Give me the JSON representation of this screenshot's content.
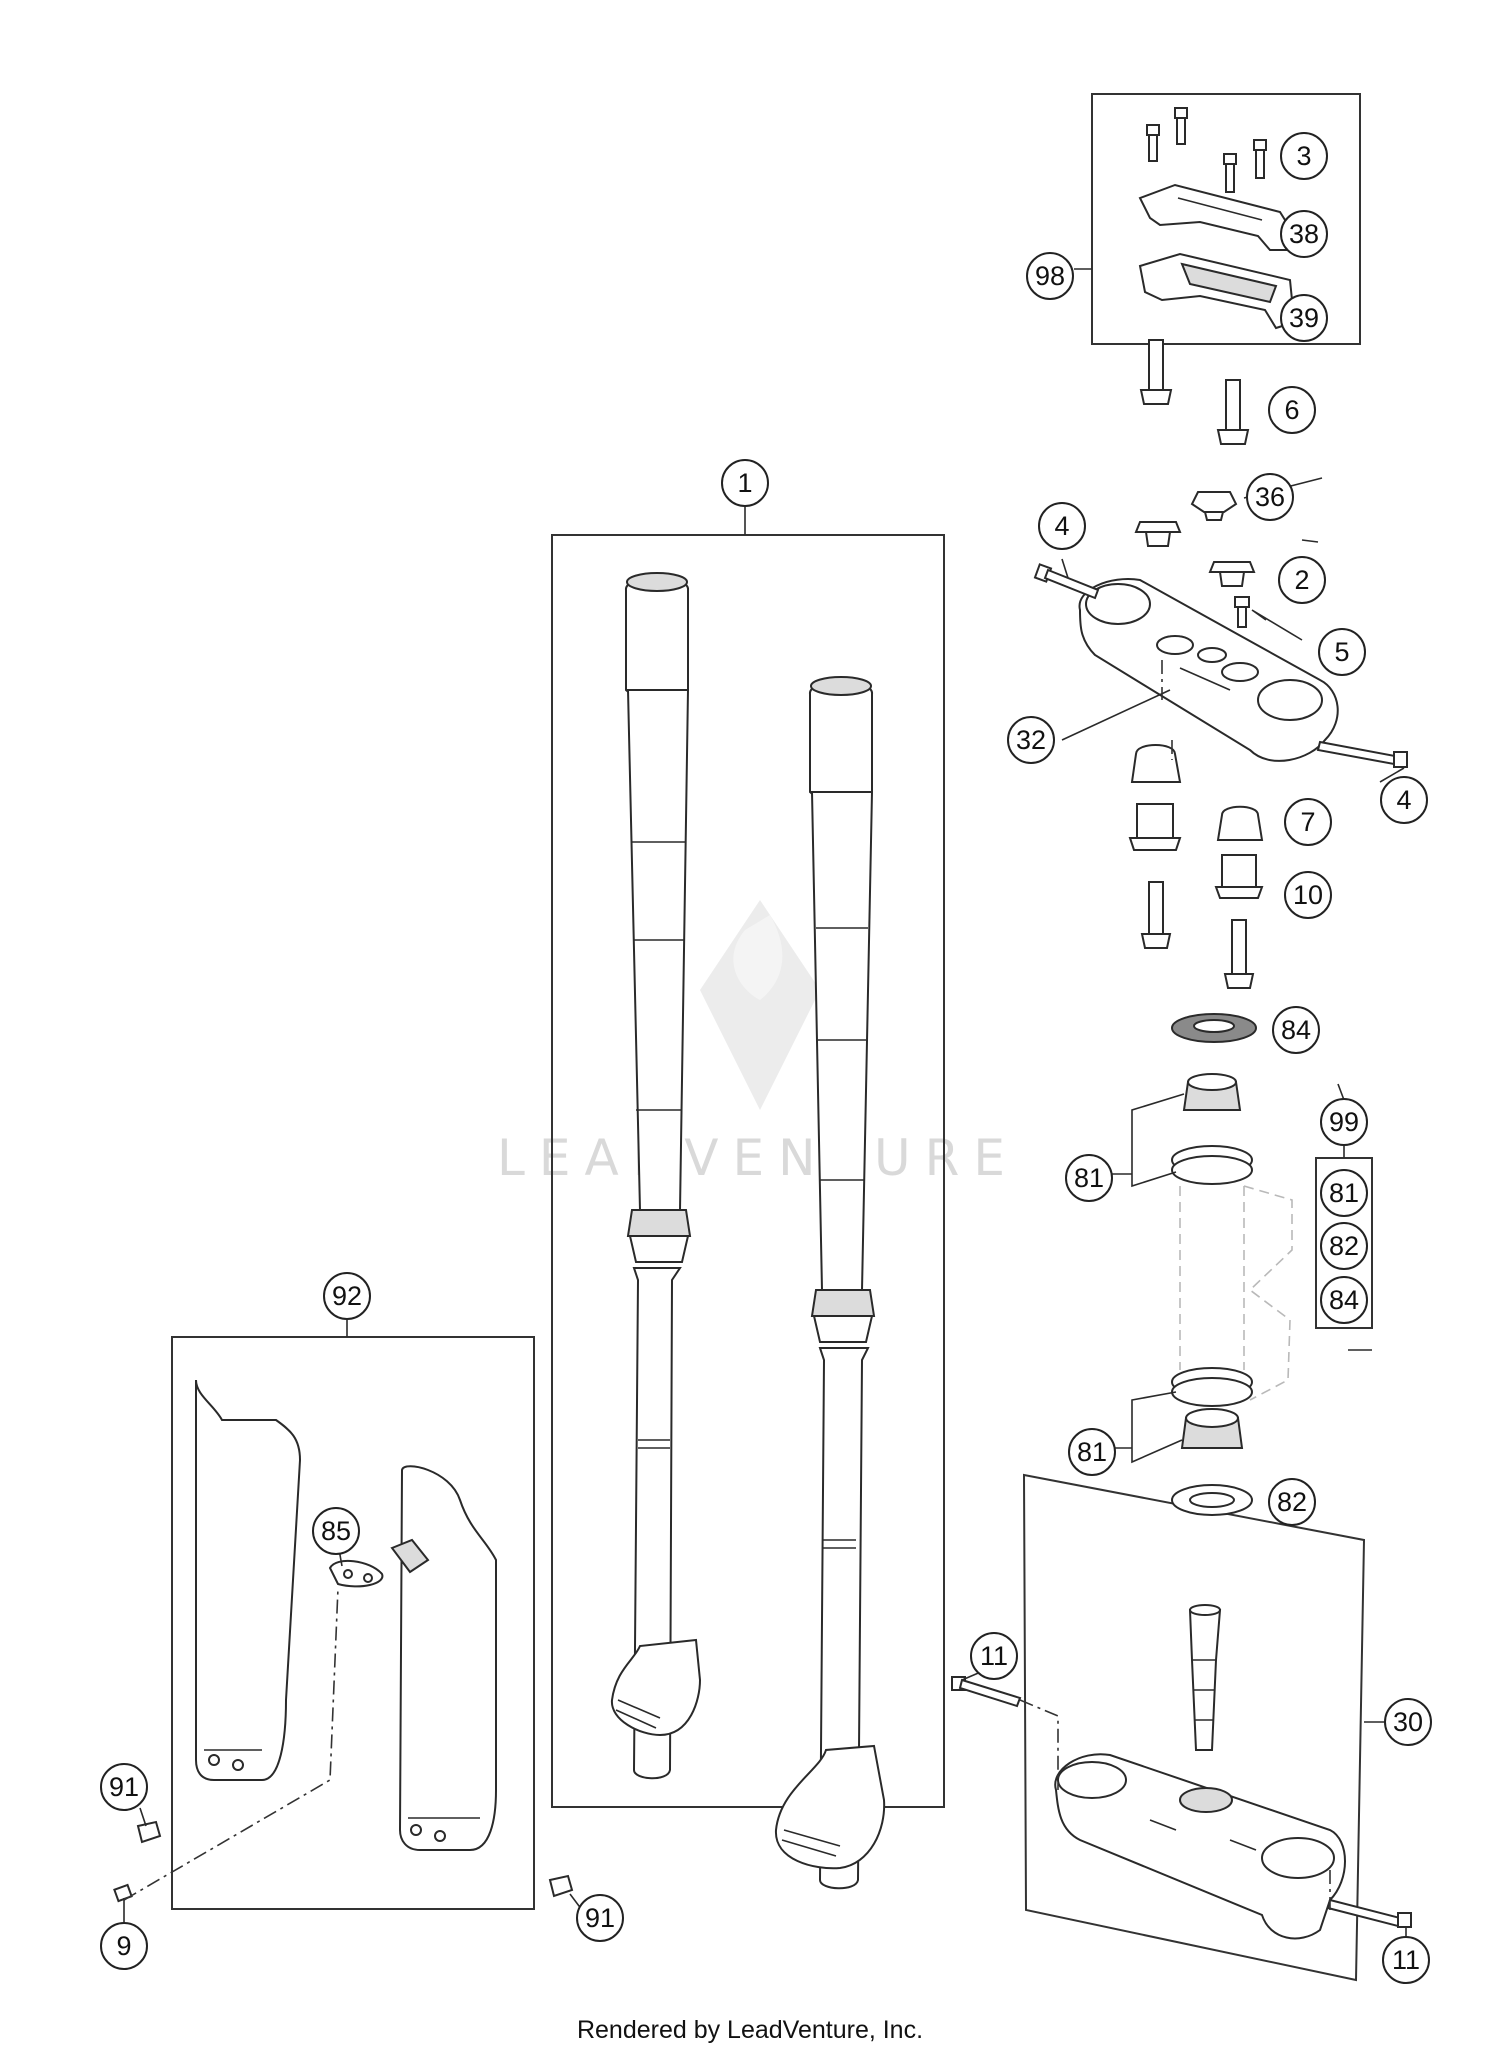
{
  "watermark": "LEADVENTURE",
  "footer": "Rendered by LeadVenture, Inc.",
  "callouts": {
    "c1": "1",
    "c2": "2",
    "c3": "3",
    "c4a": "4",
    "c4b": "4",
    "c5": "5",
    "c6": "6",
    "c7": "7",
    "c9": "9",
    "c10": "10",
    "c11a": "11",
    "c11b": "11",
    "c30": "30",
    "c32": "32",
    "c36": "36",
    "c38": "38",
    "c39": "39",
    "c81a": "81",
    "c81b": "81",
    "c82": "82",
    "c84": "84",
    "c85": "85",
    "c91a": "91",
    "c91b": "91",
    "c92": "92",
    "c98": "98",
    "c99": "99",
    "k81": "81",
    "k82": "82",
    "k84": "84"
  }
}
